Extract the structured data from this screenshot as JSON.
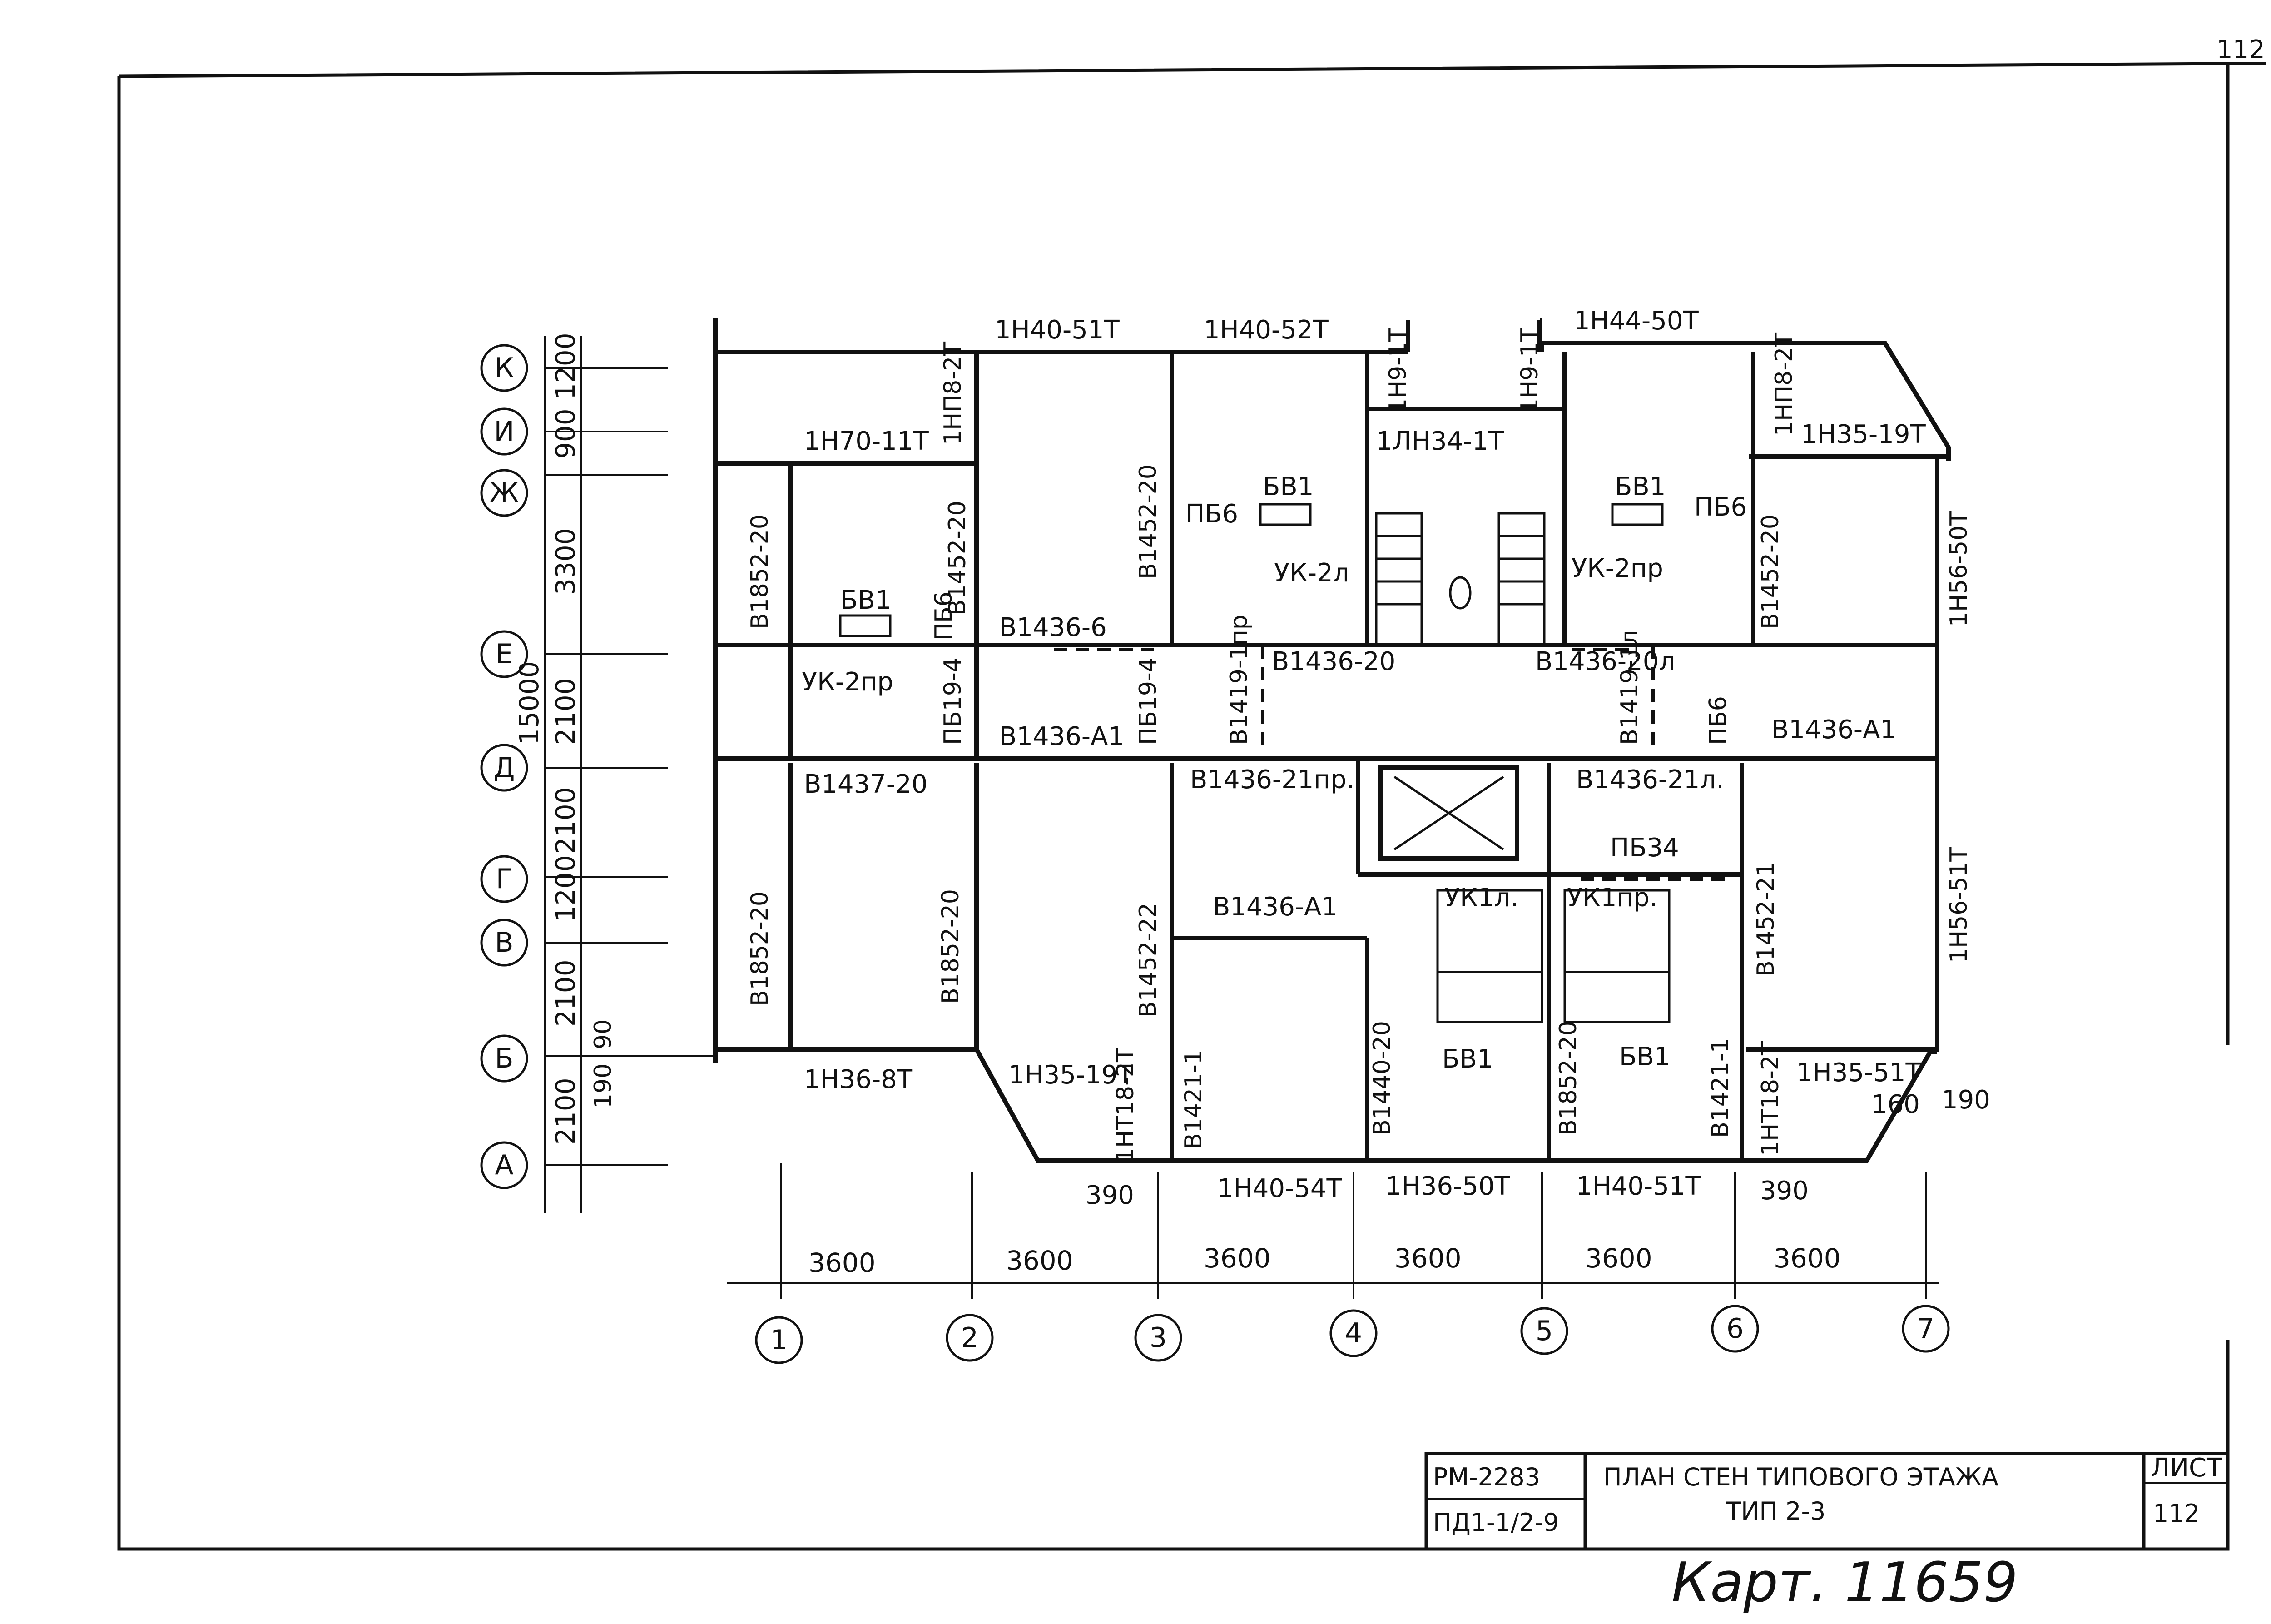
{
  "corner_sheet": "112",
  "title_block": {
    "code_line1": "РМ-2283",
    "code_line2": "ПД1-1/2-9",
    "title_line1": "ПЛАН  СТЕН  ТИПОВОГО  ЭТАЖА",
    "title_line2": "ТИП 2-3",
    "sheet_label": "ЛИСТ",
    "sheet_number": "112"
  },
  "signature": "Карт. 11659",
  "horizontal_dims": [
    "3600",
    "3600",
    "3600",
    "3600",
    "3600",
    "3600"
  ],
  "vertical_axes": [
    "1",
    "2",
    "3",
    "4",
    "5",
    "6",
    "7"
  ],
  "row_axes": [
    "К",
    "И",
    "Ж",
    "Е",
    "Д",
    "Г",
    "В",
    "Б",
    "А"
  ],
  "row_dims": [
    "1200",
    "900",
    "3300",
    "2100",
    "2100",
    "1200",
    "2100",
    "2100"
  ],
  "overall_dim": "15000",
  "small_dims": [
    "90",
    "190",
    "390",
    "390",
    "160",
    "190"
  ],
  "wall_labels_h": [
    "1Н40-51Т",
    "1Н40-52Т",
    "1Н44-50Т",
    "1Н70-11Т",
    "1ЛН34-1Т",
    "1Н35-19Т",
    "В1436-6",
    "В1436-20",
    "В1436-20л",
    "В1436-А1",
    "В1436-А1",
    "В1437-20",
    "В1436-21пр.",
    "В1436-21л.",
    "ПБ34",
    "В1436-А1",
    "1Н36-8Т",
    "1Н35-19Т",
    "1Н35-51Т",
    "1Н40-54Т",
    "1Н36-50Т",
    "1Н40-51Т"
  ],
  "wall_labels_v": [
    "1НП8-2Т",
    "1Н9-1Т",
    "1Н9-1Т",
    "1НП8-2Т",
    "В1852-20",
    "В1452-20",
    "В1452-20",
    "В1452-20",
    "1Н56-50Т",
    "ПБ19-4",
    "ПБ19-4",
    "В1419-1пр",
    "В1419-1л",
    "ПБ6",
    "ПБ6",
    "В1852-20",
    "В1852-20",
    "В1452-22",
    "В1452-21",
    "1Н56-51Т",
    "В1421-1",
    "В1440-20",
    "В1852-20",
    "В1421-1",
    "1НТ18-2Т",
    "1НТ18-2Т"
  ],
  "unit_labels": [
    "БВ1",
    "БВ1",
    "БВ1",
    "БВ1",
    "БВ1",
    "УК-2пр",
    "УК-2л",
    "УК-2пр",
    "УК1л.",
    "УК1пр.",
    "ПБ6",
    "ПБ6"
  ]
}
